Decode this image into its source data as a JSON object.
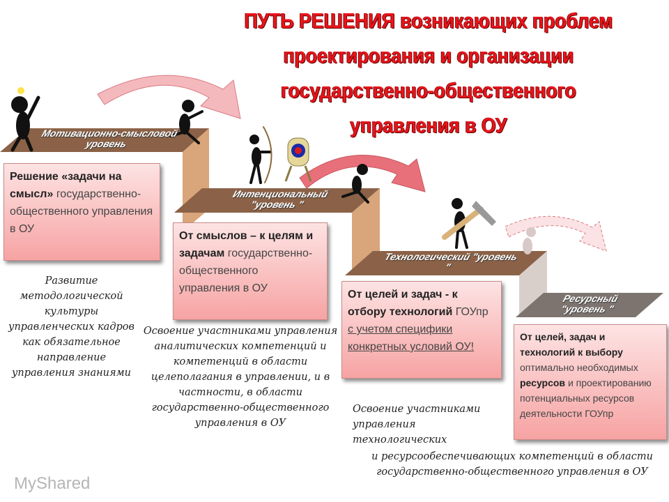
{
  "title": {
    "lines": [
      "ПУТЬ РЕШЕНИЯ возникающих проблем",
      "проектирования и организации",
      "государственно-общественного",
      "управления в ОУ"
    ]
  },
  "steps": [
    {
      "label": "Мотивационно-смысловой уровень",
      "color": "#8b6247"
    },
    {
      "label": "Интенциональный \"уровень \"",
      "color": "#8b6247"
    },
    {
      "label": "Технологический \"уровень \"",
      "color": "#8b6247"
    },
    {
      "label": "Ресурсный \"уровень \"",
      "color": "#7d7470"
    }
  ],
  "boxes": [
    {
      "bold": "Решение «задачи на смысл»",
      "text": "государственно-общественного управления в ОУ"
    },
    {
      "bold": "От смыслов – к целям и задачам",
      "text": "государственно-общественного управления в ОУ"
    },
    {
      "bold": "От целей и задач - к отбору технологий",
      "text": "ГОУпр",
      "underlined": "с учетом специфики конкретных условий ОУ!"
    },
    {
      "bold": "От целей, задач и технологий к выбору",
      "text1": "оптимально необходимых",
      "bold2": "ресурсов",
      "text2": "и проектированию потенциальных ресурсов деятельности ГОУпр"
    }
  ],
  "notes": [
    "Развитие методологической культуры управленческих кадров как обязательное направление управления знаниями",
    "Освоение участниками управления аналитических компетенций и компетенций в области целеполагания в управлении, и в частности, в области государственно-общественного управления в ОУ",
    "Освоение участниками управления технологических",
    "и ресурсообеспечивающих компетенций в области государственно-общественного управления в ОУ"
  ],
  "watermark": "MyShared",
  "colors": {
    "title": "#e8141b",
    "box": "#f7a3a3",
    "riser": "#d9a57a",
    "arrow": "#e8707a"
  }
}
